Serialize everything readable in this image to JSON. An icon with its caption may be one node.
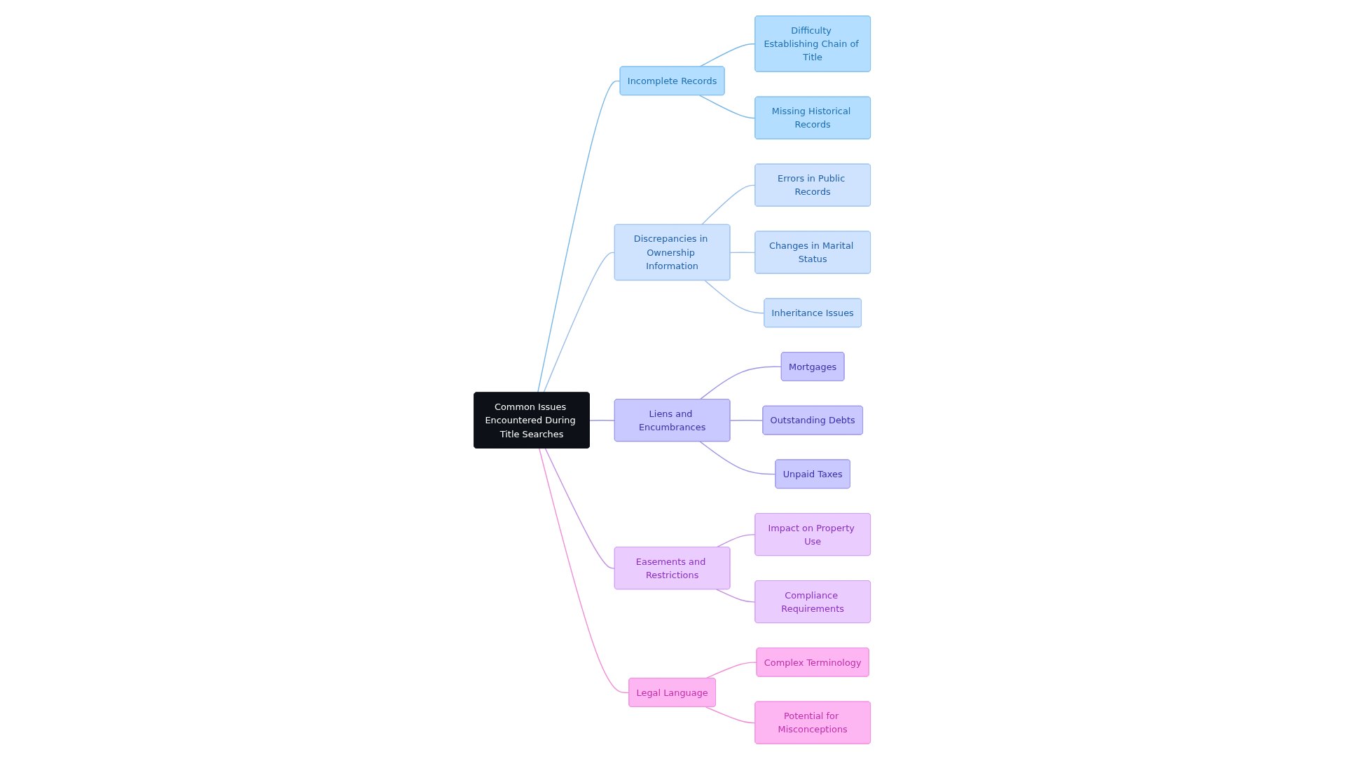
{
  "diagram": {
    "nodes": [
      {
        "text": [
          "Common Issues Encountered During Title Searches"
        ]
      },
      {
        "text": [
          "Incomplete Records"
        ]
      },
      {
        "text": [
          "Difficulty Establishing Chain of Title"
        ]
      },
      {
        "text": [
          "Missing Historical Records"
        ]
      },
      {
        "text": [
          "Discrepancies in Ownership Information"
        ]
      },
      {
        "text": [
          "Errors in Public Records"
        ]
      },
      {
        "text": [
          "Changes in Marital Status"
        ]
      },
      {
        "text": [
          "Inheritance Issues"
        ]
      },
      {
        "text": [
          "Liens and Encumbrances"
        ]
      },
      {
        "text": [
          "Mortgages"
        ]
      },
      {
        "text": [
          "Outstanding Debts"
        ]
      },
      {
        "text": [
          "Unpaid Taxes"
        ]
      },
      {
        "text": [
          "Easements and Restrictions"
        ]
      },
      {
        "text": [
          "Impact on Property Use"
        ]
      },
      {
        "text": [
          "Compliance Requirements"
        ]
      },
      {
        "text": [
          "Legal Language"
        ]
      },
      {
        "text": [
          "Complex Terminology"
        ]
      },
      {
        "text": [
          "Potential for Misconceptions"
        ]
      }
    ],
    "edges": [
      {
        "from": 0,
        "to": 1,
        "arrow": "none",
        "color": "#7ab8e6"
      },
      {
        "from": 1,
        "to": 2,
        "arrow": "none",
        "color": "#7ab8e6"
      },
      {
        "from": 1,
        "to": 3,
        "arrow": "none",
        "color": "#7ab8e6"
      },
      {
        "from": 0,
        "to": 4,
        "arrow": "none",
        "color": "#99bde8"
      },
      {
        "from": 4,
        "to": 5,
        "arrow": "none",
        "color": "#99bde8"
      },
      {
        "from": 4,
        "to": 6,
        "arrow": "none",
        "color": "#99bde8"
      },
      {
        "from": 4,
        "to": 7,
        "arrow": "none",
        "color": "#99bde8"
      },
      {
        "from": 0,
        "to": 8,
        "arrow": "none",
        "color": "#9b96e6"
      },
      {
        "from": 8,
        "to": 9,
        "arrow": "none",
        "color": "#9b96e6"
      },
      {
        "from": 8,
        "to": 10,
        "arrow": "none",
        "color": "#9b96e6"
      },
      {
        "from": 8,
        "to": 11,
        "arrow": "none",
        "color": "#9b96e6"
      },
      {
        "from": 0,
        "to": 12,
        "arrow": "none",
        "color": "#c48fe0"
      },
      {
        "from": 12,
        "to": 13,
        "arrow": "none",
        "color": "#c48fe0"
      },
      {
        "from": 12,
        "to": 14,
        "arrow": "none",
        "color": "#c48fe0"
      },
      {
        "from": 0,
        "to": 15,
        "arrow": "none",
        "color": "#f08fd8"
      },
      {
        "from": 15,
        "to": 16,
        "arrow": "none",
        "color": "#f08fd8"
      },
      {
        "from": 15,
        "to": 17,
        "arrow": "none",
        "color": "#f08fd8"
      }
    ]
  }
}
